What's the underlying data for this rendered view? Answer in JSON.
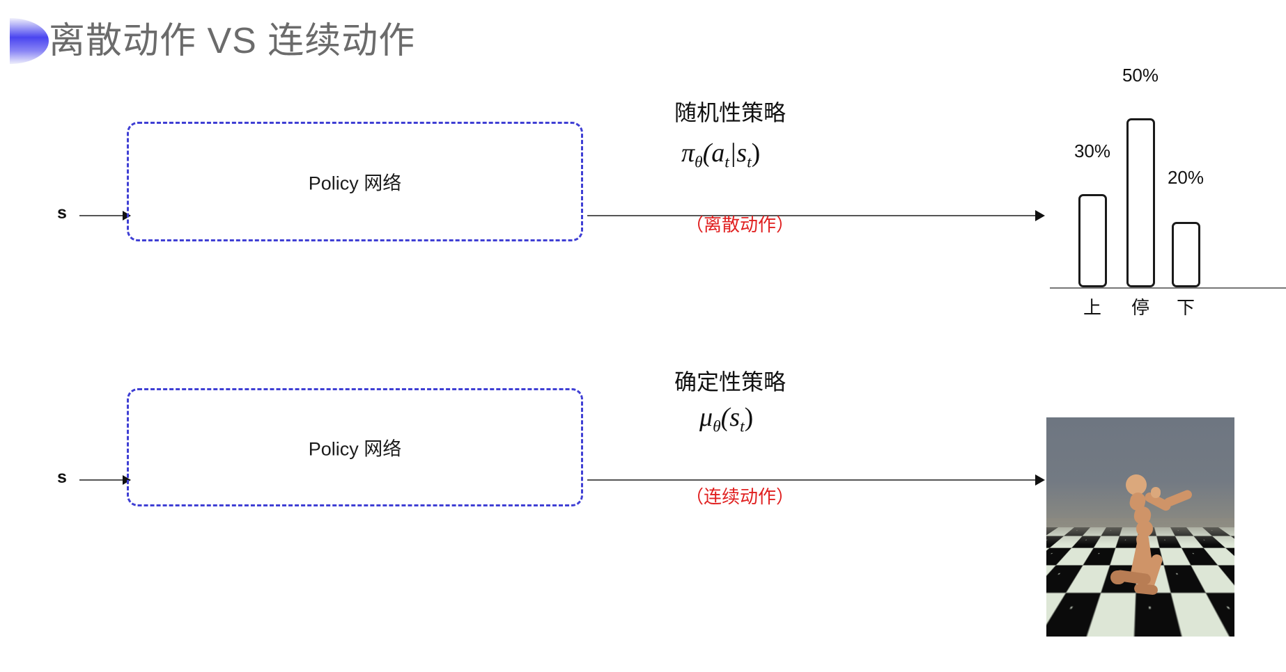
{
  "slide": {
    "title": "离散动作 VS 连续动作",
    "decor_gradient": [
      "#4a45f0",
      "#8a86f5"
    ]
  },
  "rows": [
    {
      "id": "discrete",
      "input_label": "s",
      "box_label": "Policy 网络",
      "policy_name": "随机性策略",
      "formula_pi": "π",
      "formula_theta_sub": "θ",
      "formula_rest": "(a",
      "formula_t1": "t",
      "formula_bar": "|s",
      "formula_t2": "t",
      "formula_close": ")",
      "action_note": "（离散动作）",
      "note_color": "#e02020",
      "box_border_color": "#3f3fd4"
    },
    {
      "id": "continuous",
      "input_label": "s",
      "box_label": "Policy 网络",
      "policy_name": "确定性策略",
      "formula_mu": "μ",
      "formula_theta_sub": "θ",
      "formula_open": "(s",
      "formula_t1": "t",
      "formula_close": ")",
      "action_note": "（连续动作）",
      "note_color": "#e02020",
      "box_border_color": "#3f3fd4"
    }
  ],
  "chart_data": {
    "type": "bar",
    "title": "",
    "xlabel": "",
    "ylabel": "",
    "categories": [
      "上",
      "停",
      "下"
    ],
    "values": [
      30,
      50,
      20
    ],
    "value_labels": [
      "30%",
      "50%",
      "20%"
    ],
    "ylim": [
      0,
      55
    ],
    "grid": false,
    "legend": "none",
    "bar_style": "outlined",
    "bar_border_color": "#1a1a1a",
    "axis_color": "#777777"
  },
  "sim": {
    "caption": "",
    "alt_name": "humanoid-simulation-frame",
    "sky_color": "#6e7681",
    "floor_colors": [
      "#0b0b0b",
      "#dde6d6"
    ],
    "figure_color": "#cf9468"
  }
}
